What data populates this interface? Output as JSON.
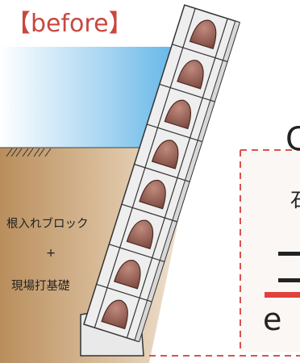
{
  "title": "【before】",
  "foundation_labels": {
    "line1": "根入れブロック",
    "line2": "+",
    "line3": "現場打基礎"
  },
  "cut_off_text": {
    "c": "C",
    "kanji": "石",
    "dash": "ー",
    "e": "e"
  },
  "colors": {
    "title_red": "#c9473f",
    "water_blue": "#3aa9e6",
    "soil_brown": "#c49a6c",
    "dash_red": "#d9534f",
    "stone_brown": "#9a6258"
  }
}
